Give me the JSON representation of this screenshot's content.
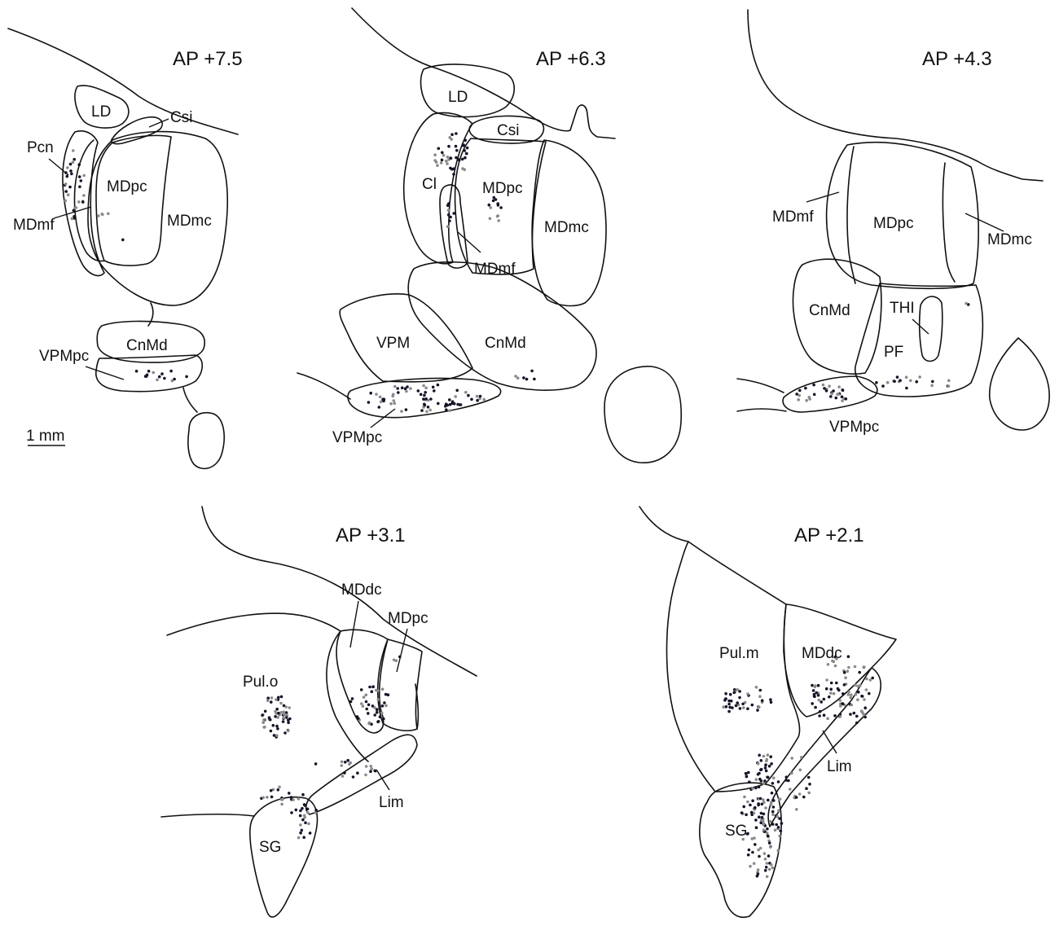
{
  "colors": {
    "line": "#111111",
    "dot_black": "#141428",
    "dot_grey": "#8a8a8a",
    "background": "#ffffff"
  },
  "panels": [
    {
      "title": "AP +7.5",
      "labels": {
        "ld": "LD",
        "csi": "Csi",
        "pcn": "Pcn",
        "mdpc": "MDpc",
        "mdmc": "MDmc",
        "mdmf": "MDmf",
        "cnmd": "CnMd",
        "vpmpc": "VPMpc"
      }
    },
    {
      "title": "AP +6.3",
      "labels": {
        "ld": "LD",
        "csi": "Csi",
        "cl": "Cl",
        "mdpc": "MDpc",
        "mdmc": "MDmc",
        "mdmf": "MDmf",
        "vpm": "VPM",
        "cnmd": "CnMd",
        "vpmpc": "VPMpc"
      }
    },
    {
      "title": "AP +4.3",
      "labels": {
        "mdmf": "MDmf",
        "mdpc": "MDpc",
        "mdmc": "MDmc",
        "cnmd": "CnMd",
        "thi": "THI",
        "pf": "PF",
        "vpmpc": "VPMpc"
      }
    },
    {
      "title": "AP +3.1",
      "labels": {
        "mddc": "MDdc",
        "mdpc": "MDpc",
        "pulo": "Pul.o",
        "lim": "Lim",
        "sg": "SG"
      }
    },
    {
      "title": "AP +2.1",
      "labels": {
        "pulm": "Pul.m",
        "mddc": "MDdc",
        "lim": "Lim",
        "sg": "SG"
      }
    }
  ],
  "scale_bar": {
    "label": "1 mm"
  }
}
